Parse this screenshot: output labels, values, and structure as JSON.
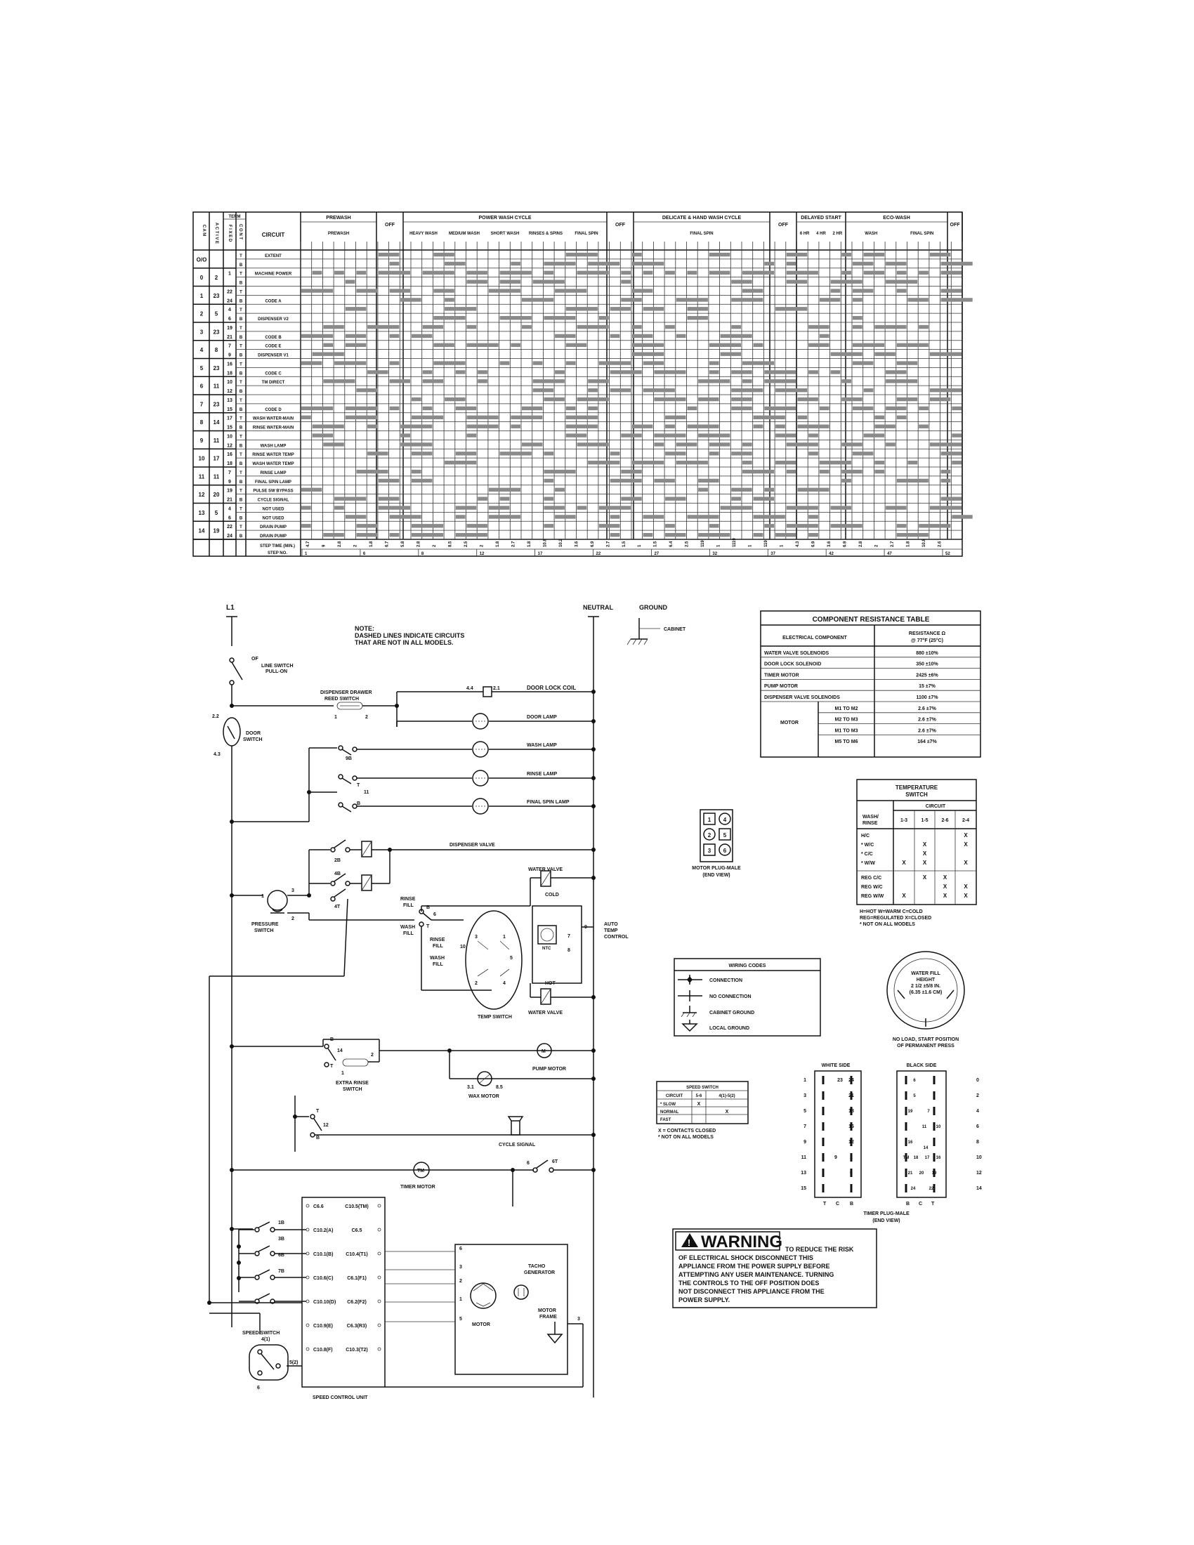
{
  "timer_chart": {
    "header": {
      "cam": "C A M",
      "term_group": "TERM",
      "term_cols": [
        "A C T I V E",
        "F I X E D",
        "C O N T"
      ],
      "circuit": "CIRCUIT",
      "step_time": "STEP TIME (MIN.)",
      "step_no": "STEP NO."
    },
    "cycles": [
      {
        "label": "PREWASH",
        "sub": [
          "PREWASH"
        ]
      },
      {
        "label": "OFF",
        "sub": []
      },
      {
        "label": "POWER WASH CYCLE",
        "sub": [
          "HEAVY WASH",
          "MEDIUM WASH",
          "SHORT WASH",
          "RINSES & SPINS",
          "FINAL SPIN"
        ]
      },
      {
        "label": "OFF",
        "sub": []
      },
      {
        "label": "DELICATE & HAND WASH CYCLE",
        "sub": [
          "FINAL SPIN"
        ]
      },
      {
        "label": "OFF",
        "sub": []
      },
      {
        "label": "DELAYED START",
        "sub": [
          "6 HR",
          "4 HR",
          "2 HR"
        ]
      },
      {
        "label": "ECO-WASH",
        "sub": [
          "WASH",
          "FINAL SPIN"
        ]
      },
      {
        "label": "OFF",
        "sub": []
      }
    ],
    "rows": [
      {
        "cam": "O/O",
        "active": "",
        "fixed": "",
        "cont": "T",
        "circuit": "EXTENT"
      },
      {
        "cam": "",
        "active": "",
        "fixed": "",
        "cont": "B",
        "circuit": ""
      },
      {
        "cam": "0",
        "active": "2",
        "fixed": "1",
        "cont": "T",
        "circuit": "MACHINE POWER"
      },
      {
        "cam": "",
        "active": "",
        "fixed": "",
        "cont": "B",
        "circuit": ""
      },
      {
        "cam": "1",
        "active": "23",
        "fixed": "22",
        "cont": "T",
        "circuit": ""
      },
      {
        "cam": "",
        "active": "",
        "fixed": "24",
        "cont": "B",
        "circuit": "CODE A"
      },
      {
        "cam": "2",
        "active": "5",
        "fixed": "4",
        "cont": "T",
        "circuit": ""
      },
      {
        "cam": "",
        "active": "",
        "fixed": "6",
        "cont": "B",
        "circuit": "DISPENSER V2"
      },
      {
        "cam": "3",
        "active": "23",
        "fixed": "19",
        "cont": "T",
        "circuit": ""
      },
      {
        "cam": "",
        "active": "",
        "fixed": "21",
        "cont": "B",
        "circuit": "CODE B"
      },
      {
        "cam": "4",
        "active": "8",
        "fixed": "7",
        "cont": "T",
        "circuit": "CODE E"
      },
      {
        "cam": "",
        "active": "",
        "fixed": "9",
        "cont": "B",
        "circuit": "DISPENSER V1"
      },
      {
        "cam": "5",
        "active": "23",
        "fixed": "16",
        "cont": "T",
        "circuit": ""
      },
      {
        "cam": "",
        "active": "",
        "fixed": "18",
        "cont": "B",
        "circuit": "CODE C"
      },
      {
        "cam": "6",
        "active": "11",
        "fixed": "10",
        "cont": "T",
        "circuit": "TM DIRECT"
      },
      {
        "cam": "",
        "active": "",
        "fixed": "12",
        "cont": "B",
        "circuit": ""
      },
      {
        "cam": "7",
        "active": "23",
        "fixed": "13",
        "cont": "T",
        "circuit": ""
      },
      {
        "cam": "",
        "active": "",
        "fixed": "15",
        "cont": "B",
        "circuit": "CODE D"
      },
      {
        "cam": "8",
        "active": "14",
        "fixed": "17",
        "cont": "T",
        "circuit": "WASH WATER-MAIN"
      },
      {
        "cam": "",
        "active": "",
        "fixed": "15",
        "cont": "B",
        "circuit": "RINSE WATER-MAIN"
      },
      {
        "cam": "9",
        "active": "11",
        "fixed": "10",
        "cont": "T",
        "circuit": ""
      },
      {
        "cam": "",
        "active": "",
        "fixed": "12",
        "cont": "B",
        "circuit": "WASH LAMP"
      },
      {
        "cam": "10",
        "active": "17",
        "fixed": "16",
        "cont": "T",
        "circuit": "RINSE WATER TEMP"
      },
      {
        "cam": "",
        "active": "",
        "fixed": "18",
        "cont": "B",
        "circuit": "WASH WATER TEMP"
      },
      {
        "cam": "11",
        "active": "11",
        "fixed": "7",
        "cont": "T",
        "circuit": "RINSE LAMP"
      },
      {
        "cam": "",
        "active": "",
        "fixed": "9",
        "cont": "B",
        "circuit": "FINAL SPIN LAMP"
      },
      {
        "cam": "12",
        "active": "20",
        "fixed": "19",
        "cont": "T",
        "circuit": "PULSE SW BYPASS"
      },
      {
        "cam": "",
        "active": "",
        "fixed": "21",
        "cont": "B",
        "circuit": "CYCLE SIGNAL"
      },
      {
        "cam": "13",
        "active": "5",
        "fixed": "4",
        "cont": "T",
        "circuit": "NOT USED"
      },
      {
        "cam": "",
        "active": "",
        "fixed": "6",
        "cont": "B",
        "circuit": "NOT USED"
      },
      {
        "cam": "14",
        "active": "19",
        "fixed": "22",
        "cont": "T",
        "circuit": "DRAIN PUMP"
      },
      {
        "cam": "",
        "active": "",
        "fixed": "24",
        "cont": "B",
        "circuit": "DRAIN PUMP"
      }
    ],
    "step_times": [
      "4.7",
      "9",
      "2.8",
      "2",
      "1.8",
      "6.7",
      "5.8",
      "2.8",
      "2",
      "8.5",
      "2.5",
      "2",
      "1.8",
      "2.7",
      "1.8",
      "10.8",
      "10.2",
      "3.6",
      "6.9",
      "2.7",
      "1.5",
      "1",
      "1.5",
      "6.4",
      "2.5",
      "119",
      "1",
      "1119",
      "1",
      "119",
      "1",
      "4.3",
      "6.9",
      "3.6",
      "6.9",
      "2.8",
      "2",
      "2.7",
      "1.8",
      "10.8",
      "2.6"
    ],
    "step_numbers": [
      "1",
      "6",
      "8",
      "12",
      "17",
      "22",
      "27",
      "32",
      "37",
      "42",
      "47",
      "52"
    ]
  },
  "schematic": {
    "labels": {
      "l1": "L1",
      "neutral": "NEUTRAL",
      "ground": "GROUND",
      "cabinet": "CABINET",
      "note_1": "NOTE:",
      "note_2": "DASHED LINES INDICATE CIRCUITS",
      "note_3": "THAT ARE NOT IN ALL MODELS.",
      "of": "OF",
      "line_switch_1": "LINE SWITCH",
      "line_switch_2": "PULL-ON",
      "dispenser_reed_1": "DISPENSER DRAWER",
      "dispenser_reed_2": "REED SWITCH",
      "door_switch_1": "DOOR",
      "door_switch_2": "SWITCH",
      "door_lock_coil": "DOOR LOCK COIL",
      "door_lamp": "DOOR LAMP",
      "wash_lamp": "WASH LAMP",
      "rinse_lamp": "RINSE LAMP",
      "final_spin_lamp": "FINAL SPIN LAMP",
      "dispenser_valve": "DISPENSER VALVE",
      "water_valve_cold": "WATER VALVE",
      "cold": "COLD",
      "hot": "HOT",
      "water_valve_hot": "WATER VALVE",
      "pressure_switch_1": "PRESSURE",
      "pressure_switch_2": "SWITCH",
      "rinse_fill_1": "RINSE",
      "rinse_fill_2": "FILL",
      "wash_fill_1": "WASH",
      "wash_fill_2": "FILL",
      "temp_switch": "TEMP SWITCH",
      "ntc": "NTC",
      "auto_temp_1": "AUTO",
      "auto_temp_2": "TEMP",
      "auto_temp_3": "CONTROL",
      "pump_motor": "PUMP MOTOR",
      "wax_motor": "WAX MOTOR",
      "extra_rinse_1": "EXTRA RINSE",
      "extra_rinse_2": "SWITCH",
      "cycle_signal": "CYCLE SIGNAL",
      "timer_motor": "TIMER MOTOR",
      "tm": "TM",
      "m": "M",
      "motor": "MOTOR",
      "tacho_1": "TACHO",
      "tacho_2": "GENERATOR",
      "motor_frame_1": "MOTOR",
      "motor_frame_2": "FRAME",
      "speed_switch_1": "SPEED SWITCH",
      "speed_switch_2": "4(1)",
      "speed_control_unit": "SPEED CONTROL UNIT",
      "motor_plug_1": "MOTOR PLUG-MALE",
      "motor_plug_2": "(END VIEW)",
      "water_fill_1": "WATER FILL",
      "water_fill_2": "HEIGHT",
      "water_fill_3": "2 1/2 ±5/8 IN.",
      "water_fill_4": "(6.35 ±1.6 CM)",
      "no_load_1": "NO LOAD, START POSITION",
      "no_load_2": "OF PERMANENT PRESS",
      "white_side": "WHITE SIDE",
      "black_side": "BLACK SIDE",
      "timer_plug_1": "TIMER PLUG-MALE",
      "timer_plug_2": "(END VIEW)",
      "t": "T",
      "c": "C",
      "b": "B"
    },
    "contact_labels": [
      "2.2",
      "4.3",
      "1",
      "2",
      "4.4",
      "2.1",
      "9B",
      "T",
      "11",
      "B",
      "2B",
      "4B",
      "4T",
      "1",
      "3",
      "2",
      "B",
      "6",
      "T",
      "3",
      "1",
      "10",
      "2",
      "4",
      "5",
      "7",
      "8",
      "9",
      "B",
      "14",
      "T",
      "1",
      "2",
      "3.1",
      "8.5",
      "T",
      "12",
      "B",
      "6",
      "6T",
      "1B",
      "3B",
      "6B",
      "7B",
      "5(2)",
      "6"
    ],
    "scu_terminals_left": [
      "C6.6",
      "C10.2(A)",
      "C10.1(B)",
      "C10.6(C)",
      "C10.10(D)",
      "C10.9(E)",
      "C10.8(F)"
    ],
    "scu_terminals_right": [
      "C10.5(TM)",
      "C6.5",
      "C10.4(T1)",
      "C6.1(F1)",
      "C6.2(F2)",
      "C6.3(R3)",
      "C10.3(T2)"
    ],
    "motor_terminals": [
      "6",
      "3",
      "2",
      "1",
      "5"
    ],
    "plug_pins": [
      "1",
      "4",
      "2",
      "5",
      "3",
      "6"
    ],
    "timer_plug_left_nums": [
      "1",
      "3",
      "5",
      "7",
      "9",
      "11",
      "13",
      "15"
    ],
    "timer_plug_right_nums": [
      "0",
      "2",
      "4",
      "6",
      "8",
      "10",
      "12",
      "14"
    ],
    "white_side_pins": [
      "23",
      "24",
      "21",
      "18",
      "16",
      "12",
      "9",
      "1",
      "6"
    ],
    "black_side_pins": [
      "6",
      "5",
      "19",
      "7",
      "11",
      "10",
      "16",
      "14",
      "TM",
      "18",
      "17",
      "16",
      "21",
      "20",
      "19",
      "24",
      "22"
    ]
  },
  "resistance_table": {
    "title": "COMPONENT RESISTANCE TABLE",
    "col1": "ELECTRICAL COMPONENT",
    "col2a": "RESISTANCE Ω",
    "col2b": "@ 77°F (25°C)",
    "rows": [
      {
        "component": "WATER VALVE SOLENOIDS",
        "value": "880 ±10%"
      },
      {
        "component": "DOOR LOCK SOLENOID",
        "value": "350 ±10%"
      },
      {
        "component": "TIMER MOTOR",
        "value": "2425 ±6%"
      },
      {
        "component": "PUMP MOTOR",
        "value": "15 ±7%"
      },
      {
        "component": "DISPENSER VALVE SOLENOIDS",
        "value": "1100 ±7%"
      }
    ],
    "motor_label": "MOTOR",
    "motor_rows": [
      {
        "pair": "M1 TO M2",
        "value": "2.6 ±7%"
      },
      {
        "pair": "M2 TO M3",
        "value": "2.6 ±7%"
      },
      {
        "pair": "M1 TO M3",
        "value": "2.6 ±7%"
      },
      {
        "pair": "M5 TO M6",
        "value": "164 ±7%"
      }
    ]
  },
  "temp_switch_table": {
    "title_1": "TEMPERATURE",
    "title_2": "SWITCH",
    "circuit": "CIRCUIT",
    "wash_rinse_1": "WASH/",
    "wash_rinse_2": "RINSE",
    "cols": [
      "1-3",
      "1-5",
      "2-6",
      "2-4"
    ],
    "rows": [
      {
        "label": "H/C",
        "cells": [
          "",
          "",
          "",
          "X"
        ]
      },
      {
        "label": "* W/C",
        "cells": [
          "",
          "X",
          "",
          "X"
        ]
      },
      {
        "label": "* C/C",
        "cells": [
          "",
          "X",
          "",
          ""
        ]
      },
      {
        "label": "* W/W",
        "cells": [
          "X",
          "X",
          "",
          "X"
        ]
      },
      {
        "label": "REG C/C",
        "cells": [
          "",
          "X",
          "X",
          ""
        ]
      },
      {
        "label": "REG W/C",
        "cells": [
          "",
          "",
          "X",
          "X"
        ]
      },
      {
        "label": "REG W/W",
        "cells": [
          "X",
          "",
          "X",
          "X"
        ]
      }
    ],
    "legend_1": "H=HOT   W=WARM   C=COLD",
    "legend_2": "REG=REGULATED   X=CLOSED",
    "legend_3": "* NOT ON ALL MODELS"
  },
  "wiring_codes": {
    "title": "WIRING CODES",
    "items": [
      "CONNECTION",
      "NO CONNECTION",
      "CABINET GROUND",
      "LOCAL GROUND"
    ]
  },
  "speed_switch_table": {
    "title": "SPEED SWITCH",
    "cols": [
      "CIRCUIT",
      "5-6",
      "4(1)-5(2)"
    ],
    "rows": [
      {
        "label": "* SLOW",
        "cells": [
          "X",
          ""
        ]
      },
      {
        "label": "NORMAL",
        "cells": [
          "",
          "X"
        ]
      },
      {
        "label": "FAST",
        "cells": [
          "",
          ""
        ]
      }
    ],
    "legend_1": "X = CONTACTS CLOSED",
    "legend_2": "* NOT ON ALL MODELS"
  },
  "warning": {
    "title": "WARNING",
    "lines": [
      "TO REDUCE THE RISK",
      "OF ELECTRICAL SHOCK DISCONNECT THIS",
      "APPLIANCE FROM THE POWER SUPPLY BEFORE",
      "ATTEMPTING ANY USER MAINTENANCE. TURNING",
      "THE CONTROLS TO THE OFF POSITION DOES",
      "NOT DISCONNECT THIS APPLIANCE FROM THE",
      "POWER SUPPLY."
    ]
  }
}
